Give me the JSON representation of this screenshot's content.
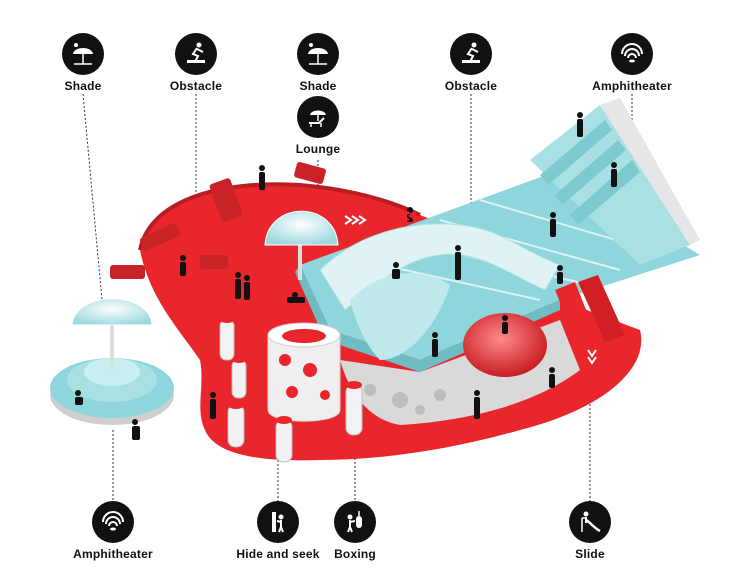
{
  "callouts": {
    "shade_left": {
      "label": "Shade",
      "icon": "beach-umbrella-icon"
    },
    "obstacle_left": {
      "label": "Obstacle",
      "icon": "runner-hurdle-icon"
    },
    "shade_center": {
      "label": "Shade",
      "icon": "beach-umbrella-icon"
    },
    "lounge": {
      "label": "Lounge",
      "icon": "lounge-chair-icon"
    },
    "obstacle_right": {
      "label": "Obstacle",
      "icon": "runner-hurdle-icon"
    },
    "amphitheater_right": {
      "label": "Amphitheater",
      "icon": "sound-waves-icon"
    },
    "amphitheater_left": {
      "label": "Amphitheater",
      "icon": "sound-waves-icon"
    },
    "hide_and_seek": {
      "label": "Hide and seek",
      "icon": "hiding-figure-icon"
    },
    "boxing": {
      "label": "Boxing",
      "icon": "punching-bag-icon"
    },
    "slide": {
      "label": "Slide",
      "icon": "slide-icon"
    }
  },
  "colors": {
    "red": "#e8262b",
    "red_dark": "#b81d22",
    "teal": "#8fd6dc",
    "teal_light": "#c7eef0",
    "gray": "#d8d8d8",
    "white": "#f4f4f4",
    "ink": "#111111"
  }
}
